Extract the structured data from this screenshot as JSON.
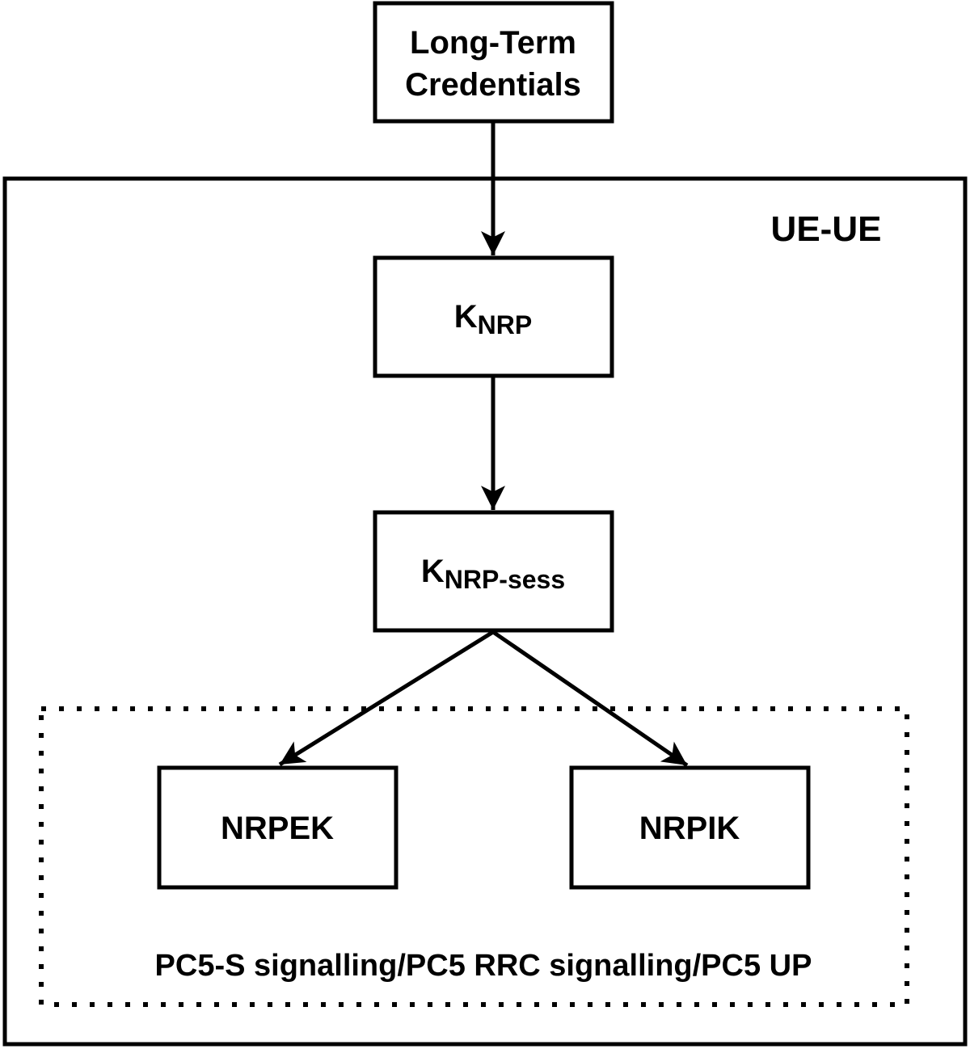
{
  "diagram": {
    "top_box": {
      "line1": "Long-Term",
      "line2": "Credentials"
    },
    "outer_box_label": "UE-UE",
    "knrp": {
      "main": "K",
      "sub": "NRP"
    },
    "knrp_sess": {
      "main": "K",
      "sub": "NRP-sess"
    },
    "nrpek": "NRPEK",
    "nrpik": "NRPIK",
    "group_label": "PC5-S signalling/PC5 RRC signalling/PC5 UP"
  },
  "colors": {
    "stroke": "#000000",
    "background": "#ffffff"
  }
}
